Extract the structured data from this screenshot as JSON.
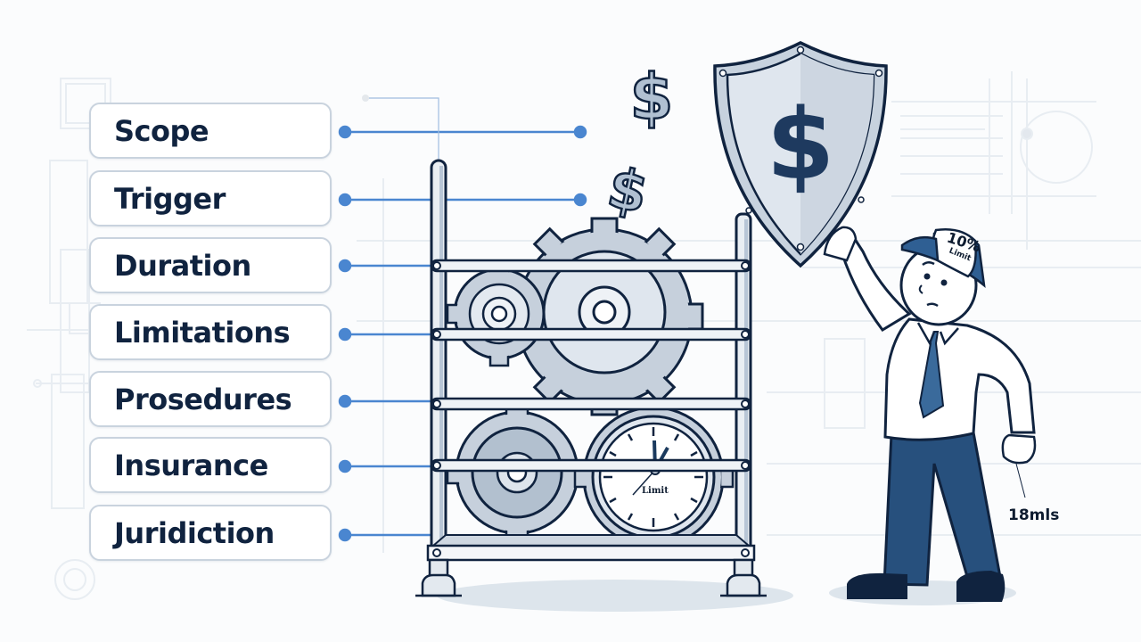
{
  "diagram": {
    "labels": [
      {
        "id": "scope",
        "text": "Scope"
      },
      {
        "id": "trigger",
        "text": "Trigger"
      },
      {
        "id": "duration",
        "text": "Duration"
      },
      {
        "id": "limitations",
        "text": "Limitations"
      },
      {
        "id": "procedures",
        "text": "Prosedures"
      },
      {
        "id": "insurance",
        "text": "Insurance"
      },
      {
        "id": "jurisdiction",
        "text": "Juridiction"
      }
    ],
    "cap_text_line1": "10%",
    "cap_text_line2": "Limit",
    "clock_label": "Limit",
    "annotation": "18mls",
    "colors": {
      "navy": "#10233f",
      "connector_blue": "#4a86d0",
      "steel": "#b8c6d6",
      "steel_dark": "#8a9bb0",
      "cap_blue": "#2f5f93",
      "pants_blue": "#27507d",
      "box_border": "#c9d3de"
    },
    "icons": [
      "dollar-sign-icon",
      "shield-dollar-icon",
      "gear-icon",
      "clock-icon",
      "businessman-figure"
    ]
  }
}
